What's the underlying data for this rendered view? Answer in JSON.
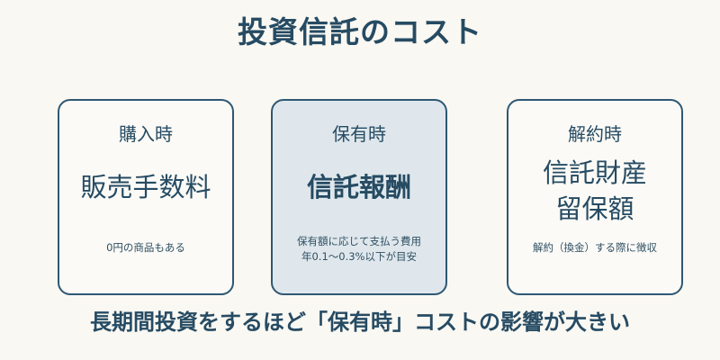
{
  "title": "投資信託のコスト",
  "cards": [
    {
      "phase": "購入時",
      "name_lines": [
        "販売手数料"
      ],
      "note_lines": [
        "0円の商品もある"
      ]
    },
    {
      "phase": "保有時",
      "name_lines": [
        "信託報酬"
      ],
      "note_lines": [
        "保有額に応じて支払う費用",
        "年0.1〜0.3%以下が目安"
      ]
    },
    {
      "phase": "解約時",
      "name_lines": [
        "信託財産",
        "留保額"
      ],
      "note_lines": [
        "解約（換金）する際に徴収"
      ]
    }
  ],
  "footer": "長期間投資をするほど「保有時」コストの影響が大きい",
  "colors": {
    "text": "#264b63",
    "border": "#2e5873",
    "background": "#faf8f2",
    "highlight_card": "#dfe7ec"
  }
}
